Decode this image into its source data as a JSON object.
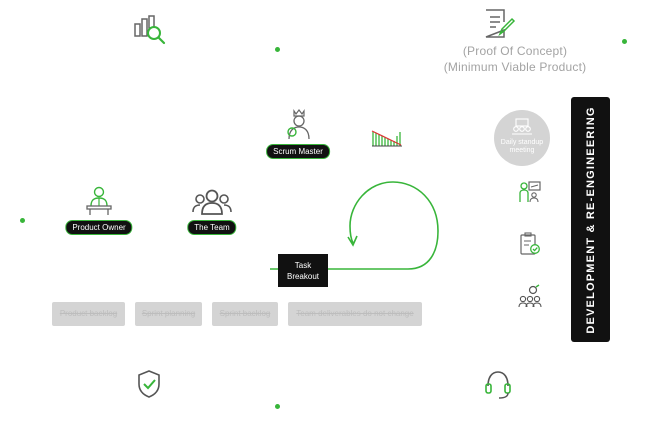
{
  "header": {
    "poc_line1": "(Proof Of Concept)",
    "poc_line2": "(Minimum Viable Product)"
  },
  "roles": {
    "scrum_master": "Scrum Master",
    "product_owner": "Product Owner",
    "the_team": "The Team"
  },
  "task_breakout": {
    "line1": "Task",
    "line2": "Breakout"
  },
  "standup": {
    "label": "Daily standup meeting"
  },
  "vertical_banner": "DEVELOPMENT & RE-ENGINEERING",
  "chips": [
    "Product backlog",
    "Sprint planning",
    "Sprint backlog",
    "Team deliverables do not change"
  ],
  "colors": {
    "accent": "#38b53a",
    "dark": "#111111",
    "chip_bg": "#d4d4d4",
    "muted_text": "#a3a3a3"
  },
  "icons": [
    "chart-search-icon",
    "document-edit-icon",
    "scrum-master-icon",
    "burndown-chart-icon",
    "product-owner-icon",
    "team-icon",
    "presenter-icon",
    "checklist-icon",
    "team-settings-icon",
    "shield-check-icon",
    "headset-icon"
  ]
}
